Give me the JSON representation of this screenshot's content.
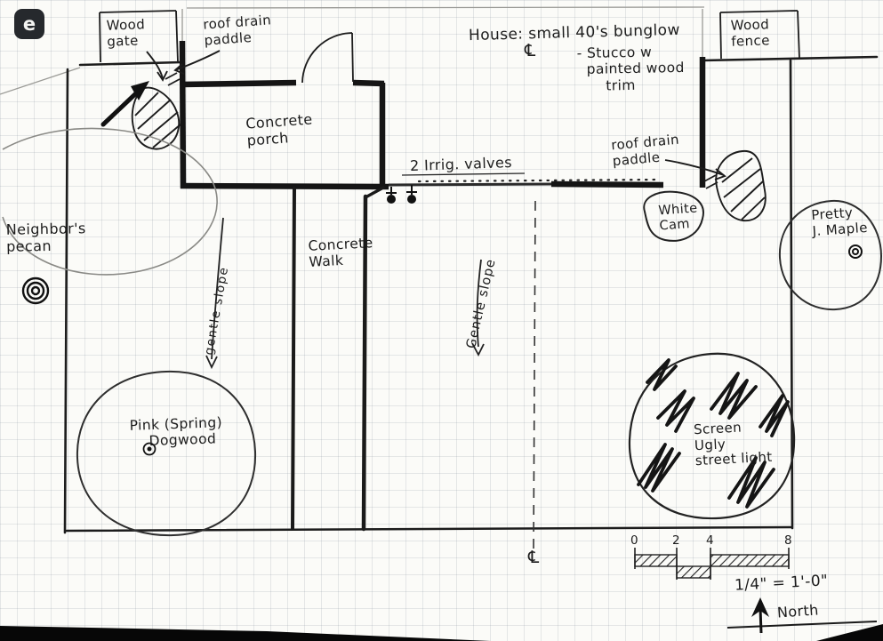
{
  "logo": {
    "glyph": "e"
  },
  "colors": {
    "ink": "#1c1c1c",
    "paper": "#fbfbf8"
  },
  "labels": {
    "wood_gate": "Wood\ngate",
    "roof_drain_left": "roof drain\npaddle",
    "house_title": "House: small 40's bunglow",
    "house_sub": "- Stucco w\n  painted wood\n      trim",
    "wood_fence": "Wood\nfence",
    "concrete_porch": "Concrete\nporch",
    "irrig_valves": "2 Irrig. valves",
    "roof_drain_right": "roof drain\npaddle",
    "white_cam": "White\nCam",
    "pretty_maple": "Pretty\nJ. Maple",
    "neighbors_pecan": "Neighbor's\npecan",
    "concrete_walk": "Concrete\nWalk",
    "gentle_slope_left": "gentle slope",
    "gentle_slope_center": "Gentle slope",
    "pink_dogwood": "Pink (Spring)\n    Dogwood",
    "screen_street_light": "Screen\nUgly\nstreet light",
    "centerline_top": "℄",
    "centerline_bottom": "℄",
    "scale_text": "1/4\" = 1'-0\"",
    "north": "North",
    "scale_ticks": [
      "0",
      "2",
      "4",
      "8"
    ]
  }
}
